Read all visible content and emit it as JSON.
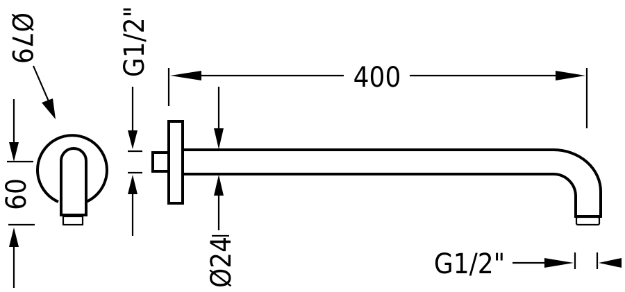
{
  "dimensions": {
    "rosette_diameter": "Ø79",
    "lever_height": "60",
    "inlet_thread": "G1/2\"",
    "arm_length": "400",
    "pipe_diameter": "Ø24",
    "outlet_thread": "G1/2\""
  }
}
